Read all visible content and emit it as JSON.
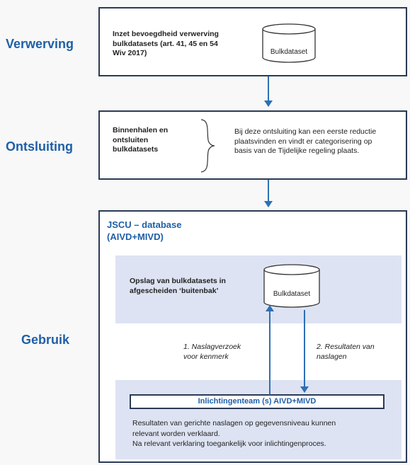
{
  "phases": {
    "verwerving": "Verwerving",
    "ontsluiting": "Ontsluiting",
    "gebruik": "Gebruik"
  },
  "box1": {
    "text_line1": "Inzet bevoegdheid verwerving",
    "text_line2": "bulkdatasets (art. 41, 45 en 54",
    "text_line3": "Wiv 2017)",
    "cylinder_label": "Bulkdataset"
  },
  "box2": {
    "left_line1": "Binnenhalen en",
    "left_line2": "ontsluiten",
    "left_line3": "bulkdatasets",
    "right_line1": "Bij deze ontsluiting kan een eerste reductie",
    "right_line2": "plaatsvinden en vindt er categorisering op",
    "right_line3": "basis van de Tijdelijke regeling plaats."
  },
  "box3": {
    "title_line1": "JSCU – database",
    "title_line2": "(AIVD+MIVD)",
    "storage_line1": "Opslag van  bulkdatasets in",
    "storage_line2": "afgescheiden ‘buitenbak’",
    "cylinder_label": "Bulkdataset",
    "request_line1": "1. Naslagverzoek",
    "request_line2": "voor kenmerk",
    "result_line1": "2. Resultaten van",
    "result_line2": "naslagen",
    "team_label": "Inlichtingenteam (s) AIVD+MIVD",
    "footer_line1": "Resultaten van gerichte naslagen op gegevensniveau kunnen",
    "footer_line2": "relevant worden verklaard.",
    "footer_line3": "Na relevant verklaring toegankelijk voor inlichtingenproces."
  },
  "colors": {
    "accent": "#1f5fa8",
    "arrow": "#2e6fb5",
    "inner": "#dde3f2"
  }
}
